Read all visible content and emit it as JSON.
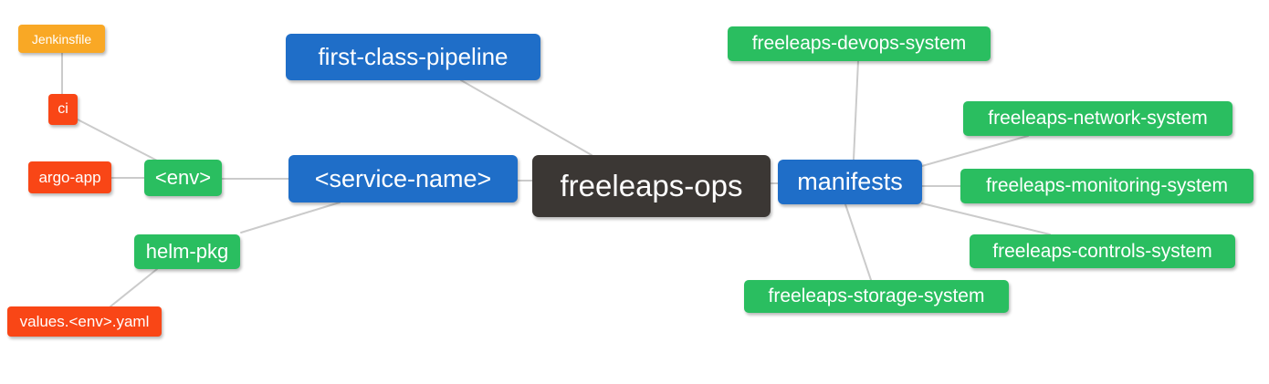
{
  "palette": {
    "orange": "#f9a825",
    "red": "#f94616",
    "green": "#2abe60",
    "blue": "#1f6ec8",
    "dark": "#3b3734",
    "edge": "#cbcbcb",
    "background": "#ffffff",
    "text": "#ffffff"
  },
  "diagram": {
    "type": "mindmap",
    "root": "freeleaps-ops",
    "nodes": [
      {
        "id": "jenkinsfile",
        "label": "Jenkinsfile",
        "color": "orange"
      },
      {
        "id": "ci",
        "label": "ci",
        "color": "red"
      },
      {
        "id": "argo-app",
        "label": "argo-app",
        "color": "red"
      },
      {
        "id": "env",
        "label": "<env>",
        "color": "green"
      },
      {
        "id": "helm-pkg",
        "label": "helm-pkg",
        "color": "green"
      },
      {
        "id": "values-env-yaml",
        "label": "values.<env>.yaml",
        "color": "red"
      },
      {
        "id": "first-class-pipeline",
        "label": "first-class-pipeline",
        "color": "blue"
      },
      {
        "id": "service-name",
        "label": "<service-name>",
        "color": "blue"
      },
      {
        "id": "freeleaps-ops",
        "label": "freeleaps-ops",
        "color": "dark"
      },
      {
        "id": "manifests",
        "label": "manifests",
        "color": "blue"
      },
      {
        "id": "freeleaps-devops-system",
        "label": "freeleaps-devops-system",
        "color": "green"
      },
      {
        "id": "freeleaps-network-system",
        "label": "freeleaps-network-system",
        "color": "green"
      },
      {
        "id": "freeleaps-monitoring-system",
        "label": "freeleaps-monitoring-system",
        "color": "green"
      },
      {
        "id": "freeleaps-controls-system",
        "label": "freeleaps-controls-system",
        "color": "green"
      },
      {
        "id": "freeleaps-storage-system",
        "label": "freeleaps-storage-system",
        "color": "green"
      }
    ],
    "edges": [
      {
        "from": "jenkinsfile",
        "to": "ci"
      },
      {
        "from": "ci",
        "to": "env"
      },
      {
        "from": "argo-app",
        "to": "env"
      },
      {
        "from": "env",
        "to": "service-name"
      },
      {
        "from": "helm-pkg",
        "to": "service-name"
      },
      {
        "from": "values-env-yaml",
        "to": "helm-pkg"
      },
      {
        "from": "first-class-pipeline",
        "to": "freeleaps-ops"
      },
      {
        "from": "service-name",
        "to": "freeleaps-ops"
      },
      {
        "from": "freeleaps-ops",
        "to": "manifests"
      },
      {
        "from": "manifests",
        "to": "freeleaps-devops-system"
      },
      {
        "from": "manifests",
        "to": "freeleaps-network-system"
      },
      {
        "from": "manifests",
        "to": "freeleaps-monitoring-system"
      },
      {
        "from": "manifests",
        "to": "freeleaps-controls-system"
      },
      {
        "from": "manifests",
        "to": "freeleaps-storage-system"
      }
    ]
  }
}
